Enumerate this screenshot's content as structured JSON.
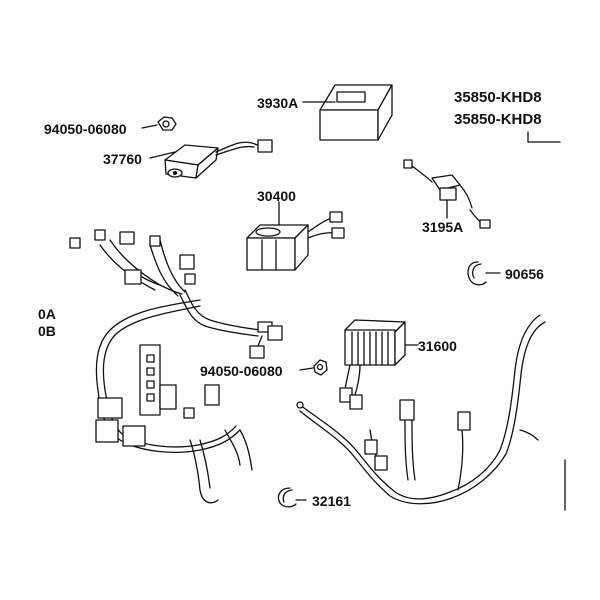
{
  "diagram": {
    "model_codes": [
      "35850-KHD8",
      "35850-KHD8"
    ],
    "side_labels": [
      "0A",
      "0B"
    ],
    "parts": [
      {
        "id": "p-3930a",
        "number": "3930A",
        "icon": "relay-box-icon"
      },
      {
        "id": "p-94050-top",
        "number": "94050-06080",
        "icon": "hex-nut-icon"
      },
      {
        "id": "p-37760",
        "number": "37760",
        "icon": "sensor-module-icon"
      },
      {
        "id": "p-30400",
        "number": "30400",
        "icon": "ignition-unit-icon"
      },
      {
        "id": "p-3195a",
        "number": "3195A",
        "icon": "fuse-connector-icon"
      },
      {
        "id": "p-90656",
        "number": "90656",
        "icon": "cable-clip-icon"
      },
      {
        "id": "p-31600",
        "number": "31600",
        "icon": "regulator-rectifier-icon"
      },
      {
        "id": "p-94050-mid",
        "number": "94050-06080",
        "icon": "hex-nut-icon"
      },
      {
        "id": "p-32161",
        "number": "32161",
        "icon": "cable-band-icon"
      }
    ]
  }
}
